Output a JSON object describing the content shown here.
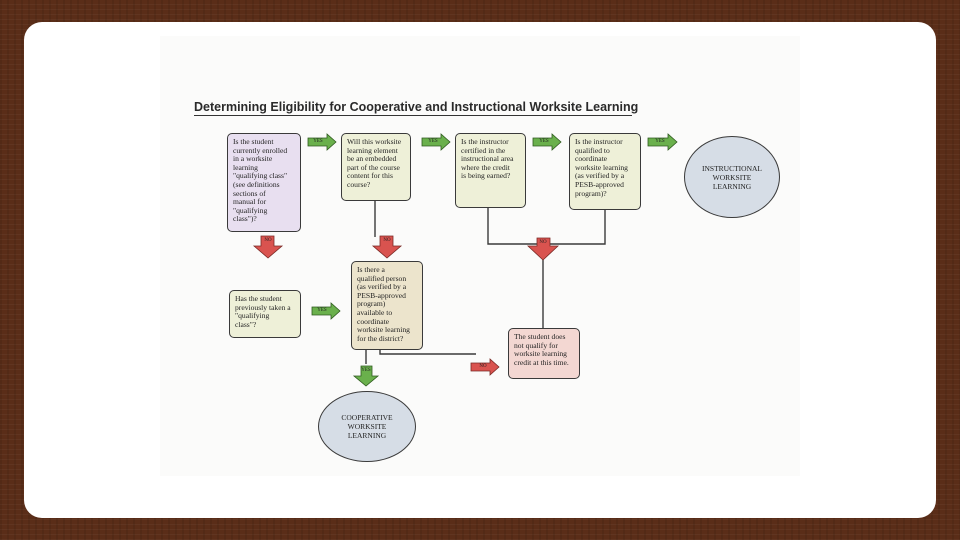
{
  "title": "Determining Eligibility for Cooperative and Instructional Worksite Learning",
  "nodes": {
    "q1": "Is the student\ncurrently enrolled\nin a worksite\nlearning\n\"qualifying class\"\n(see definitions\nsections of\nmanual for\n\"qualifying\nclass\")?",
    "q2": "Will this worksite\nlearning element\nbe an embedded\npart of the course\ncontent for this\ncourse?",
    "q3": "Is the instructor\ncertified in the\ninstructional area\nwhere the credit\nis being earned?",
    "q4": "Is the instructor\nqualified to\ncoordinate\nworksite learning\n(as verified by a\nPESB-approved\nprogram)?",
    "q5": "Has the student\npreviously taken a\n\"qualifying\nclass\"?",
    "q6": "Is there a\nqualified person\n(as verified by a\nPESB-approved\nprogram)\navailable to\ncoordinate\nworksite learning\nfor the district?",
    "no_qualify": "The student does\nnot qualify for\nworksite learning\ncredit at this time.",
    "instructional": "INSTRUCTIONAL\nWORKSITE\nLEARNING",
    "cooperative": "COOPERATIVE\nWORKSITE\nLEARNING"
  },
  "arrow_labels": {
    "yes": "YES",
    "no": "NO"
  },
  "colors": {
    "q1_fill": "#e8dff0",
    "q_fill": "#eef0d8",
    "q6_fill": "#ece4cc",
    "no_qualify_fill": "#f3d7d2",
    "yes_arrow": "#6ab04c",
    "no_arrow": "#d9534f",
    "ellipse_fill": "#d6dde6"
  }
}
